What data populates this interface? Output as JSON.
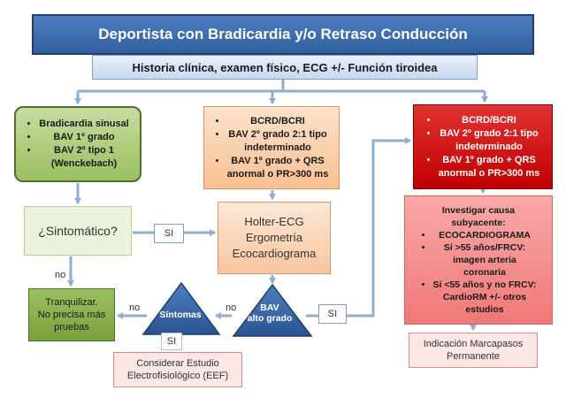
{
  "title": "Deportista con Bradicardia y/o  Retraso Conducción",
  "history": "Historia clínica, examen físico, ECG +/- Función tiroidea",
  "green_box": {
    "items": [
      "Bradicardia sinusal",
      "BAV 1º grado",
      "BAV 2º tipo 1\n(Wenckebach)"
    ]
  },
  "orange_box": {
    "items": [
      "BCRD/BCRI",
      "BAV 2º grado 2:1 tipo\nindeterminado",
      "BAV 1º grado + QRS\nanormal o PR>300 ms"
    ]
  },
  "red_box": {
    "items": [
      "BCRD/BCRI",
      "BAV 2º grado 2:1 tipo\nindeterminado",
      "BAV 1º grado + QRS\nanormal o PR>300 ms"
    ]
  },
  "sintomatico": "¿Sintomático?",
  "holter": {
    "lines": [
      "Holter-ECG",
      "Ergometría",
      "Ecocardiograma"
    ]
  },
  "investigar": {
    "heading": "Investigar causa\nsubyacente:",
    "items": [
      "ECOCARDIOGRAMA",
      "Sí >55 años/FRCV:\nimagen arteria\ncoronaria",
      "Sí <55 años y no FRCV:\nCardioRM +/- otros\nestudios"
    ]
  },
  "tranquilizar": "Tranquilizar.\nNo precisa más\npruebas",
  "eef": "Considerar Estudio\nElectrofisiológico (EEF)",
  "marcapasos": "Indicación Marcapasos\nPermanente",
  "triangles": {
    "sintomas": "Síntomas",
    "bav": "BAV\nalto grado"
  },
  "labels": {
    "si": "SI",
    "no": "no"
  },
  "colors": {
    "title_blue": "#2f5f9f",
    "connector": "#8eaecf",
    "triangle_blue": "#2f5f9f",
    "green": "#9cc060",
    "orange": "#f8bf92",
    "red": "#c00000",
    "pink": "#f07878"
  }
}
